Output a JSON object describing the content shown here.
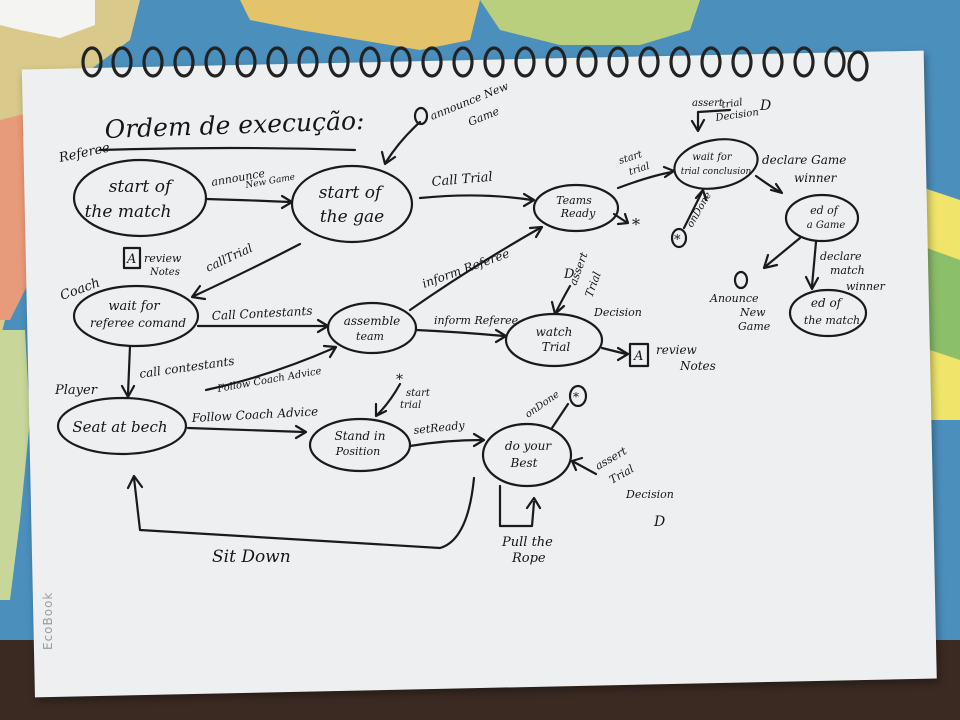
{
  "title": "Ordem de execução:",
  "brand": "EcoBook",
  "lanes": {
    "referee": "Referee",
    "coach": "Coach",
    "player": "Player"
  },
  "states": {
    "start_match": [
      "start of",
      "the match"
    ],
    "start_game": [
      "start of",
      "the gae"
    ],
    "teams_ready": [
      "Teams",
      "Ready"
    ],
    "wait_trial": [
      "wait for",
      "trial conclusion"
    ],
    "end_game": [
      "ed of",
      "a Game"
    ],
    "end_match": [
      "ed of",
      "the match"
    ],
    "wait_referee": [
      "wait for",
      "referee comand"
    ],
    "assemble_team": [
      "assemble",
      "team"
    ],
    "watch_trial": [
      "watch",
      "Trial"
    ],
    "seat_bench": [
      "Seat at bech"
    ],
    "stand_position": [
      "Stand in",
      "Position"
    ],
    "do_best": [
      "do your",
      "Best"
    ]
  },
  "transitions": {
    "announce_new_game_top": [
      "announce New",
      "Game"
    ],
    "announce_new_game": [
      "announce",
      "New Game"
    ],
    "call_trial": "Call Trial",
    "call_trial_coach": "callTrial",
    "start_trial_ref": [
      "start",
      "trial"
    ],
    "assert_trial_decision_top": [
      "assert",
      "trial",
      "Decision"
    ],
    "on_done": "onDone",
    "declare_game_winner": [
      "declare Game",
      "winner"
    ],
    "declare_match_winner": [
      "declare",
      "match",
      "winner"
    ],
    "announce_new_game_bottom": [
      "Anounce",
      "New",
      "Game"
    ],
    "review_notes_top": [
      "review",
      "Notes"
    ],
    "inform_referee_up": "inform Referee",
    "inform_referee": "inform Referee",
    "call_contestants": "Call Contestants",
    "assert_trial_decision_mid": [
      "assert",
      "Trial",
      "Decision"
    ],
    "review_notes_right": [
      "review",
      "Notes"
    ],
    "call_contestants_down": "call contestants",
    "follow_coach_advice_up": "Follow Coach Advice",
    "follow_coach_advice": "Follow Coach Advice",
    "start_trial_player": [
      "start",
      "trial"
    ],
    "set_ready": "setReady",
    "on_done_player": "onDone",
    "assert_trial_decision_bottom": [
      "assert",
      "Trial",
      "Decision"
    ],
    "pull_the_rope": [
      "Pull the",
      "Rope"
    ],
    "sit_down": "Sit Down"
  },
  "markers": {
    "star": "*",
    "a_box": "A",
    "d_box": "D",
    "o_mark": "O"
  }
}
